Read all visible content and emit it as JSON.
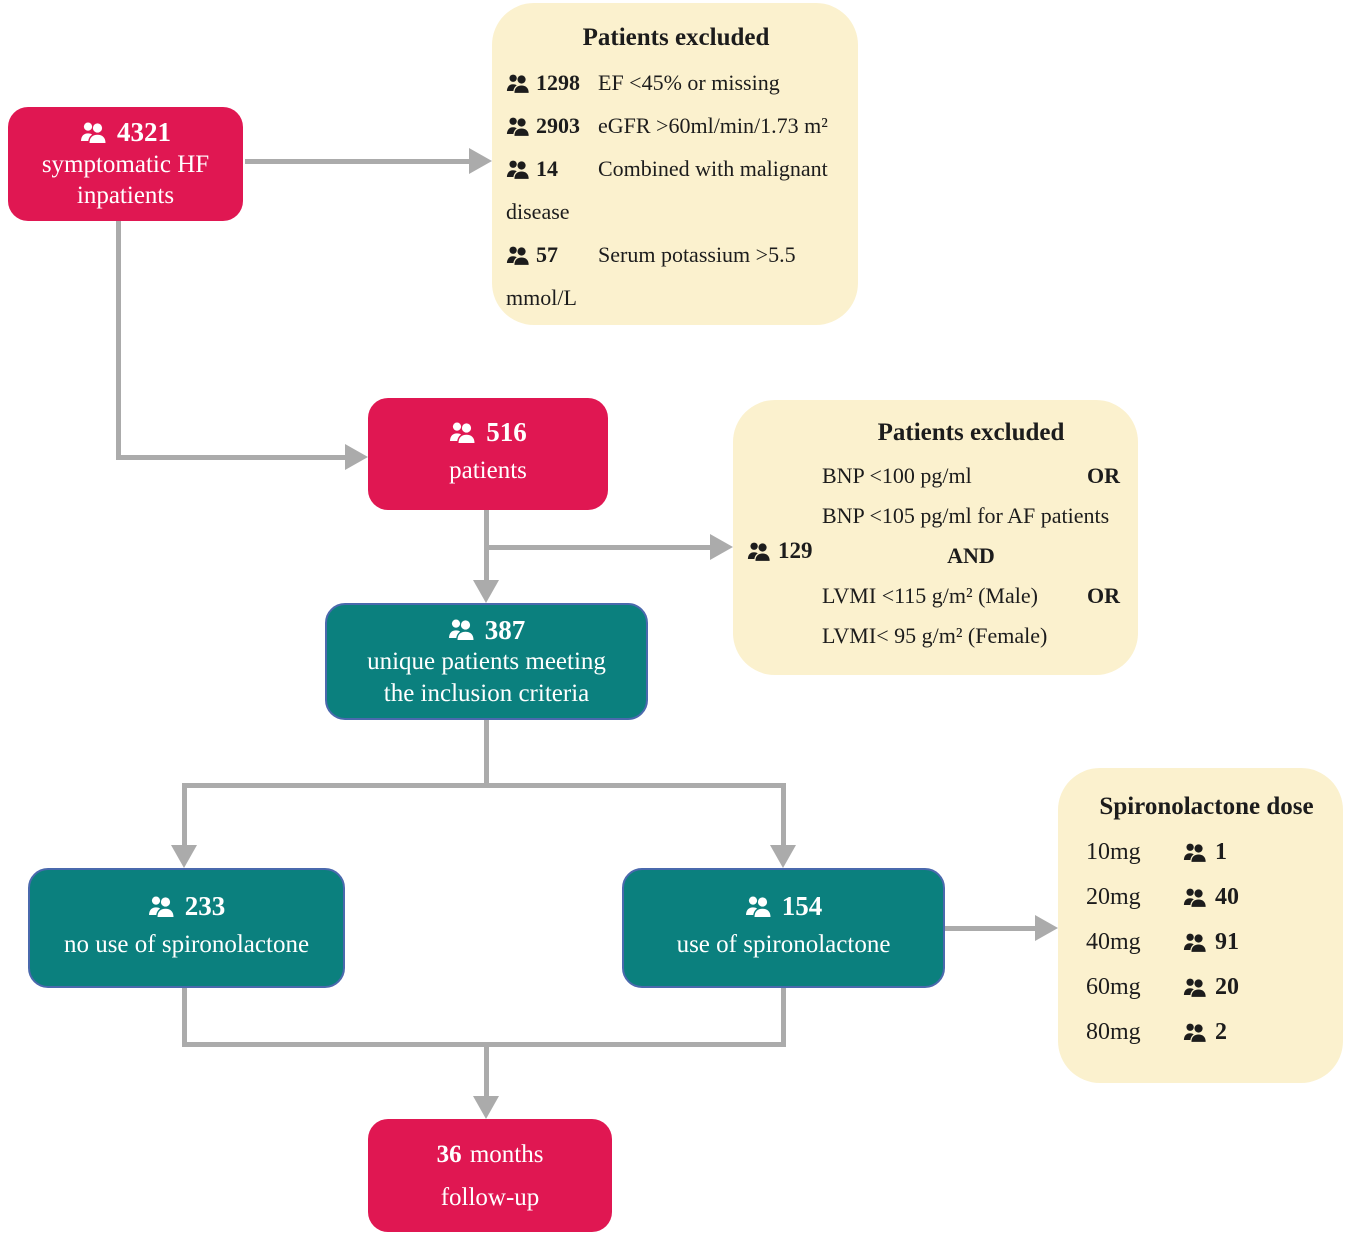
{
  "palette": {
    "pink": "#E01752",
    "teal": "#0B807E",
    "tealBorder": "#4A69AD",
    "cream": "#FBF1CE",
    "arrow": "#ABABAB"
  },
  "boxes": {
    "inpatients": {
      "count": "4321",
      "line1": "symptomatic HF",
      "line2": "inpatients"
    },
    "patients516": {
      "count": "516",
      "line1": "patients"
    },
    "inclusion387": {
      "count": "387",
      "line1": "unique patients meeting",
      "line2": "the inclusion criteria"
    },
    "no_spironolactone": {
      "count": "233",
      "line1": "no use of spironolactone"
    },
    "spironolactone": {
      "count": "154",
      "line1": "use of spironolactone"
    },
    "followup": {
      "count": "36",
      "suffix": "months",
      "line2": "follow-up"
    }
  },
  "excluded1": {
    "title": "Patients excluded",
    "items": [
      {
        "count": "1298",
        "text": "EF <45% or missing"
      },
      {
        "count": "2903",
        "text": "eGFR >60ml/min/1.73 m²"
      },
      {
        "count": "14",
        "text": "Combined with malignant disease"
      },
      {
        "count": "57",
        "text": "Serum potassium >5.5 mmol/L"
      }
    ]
  },
  "excluded2": {
    "title": "Patients excluded",
    "count": "129",
    "rows": [
      {
        "text": "BNP <100 pg/ml",
        "op": "OR"
      },
      {
        "text": "BNP <105 pg/ml for AF patients",
        "op": ""
      },
      {
        "conj": "AND"
      },
      {
        "text": "LVMI <115 g/m² (Male)",
        "op": "OR"
      },
      {
        "text": "LVMI< 95 g/m² (Female)",
        "op": ""
      }
    ]
  },
  "dose": {
    "title": "Spironolactone dose",
    "rows": [
      {
        "label": "10mg",
        "count": "1"
      },
      {
        "label": "20mg",
        "count": "40"
      },
      {
        "label": "40mg",
        "count": "91"
      },
      {
        "label": "60mg",
        "count": "20"
      },
      {
        "label": "80mg",
        "count": "2"
      }
    ]
  }
}
